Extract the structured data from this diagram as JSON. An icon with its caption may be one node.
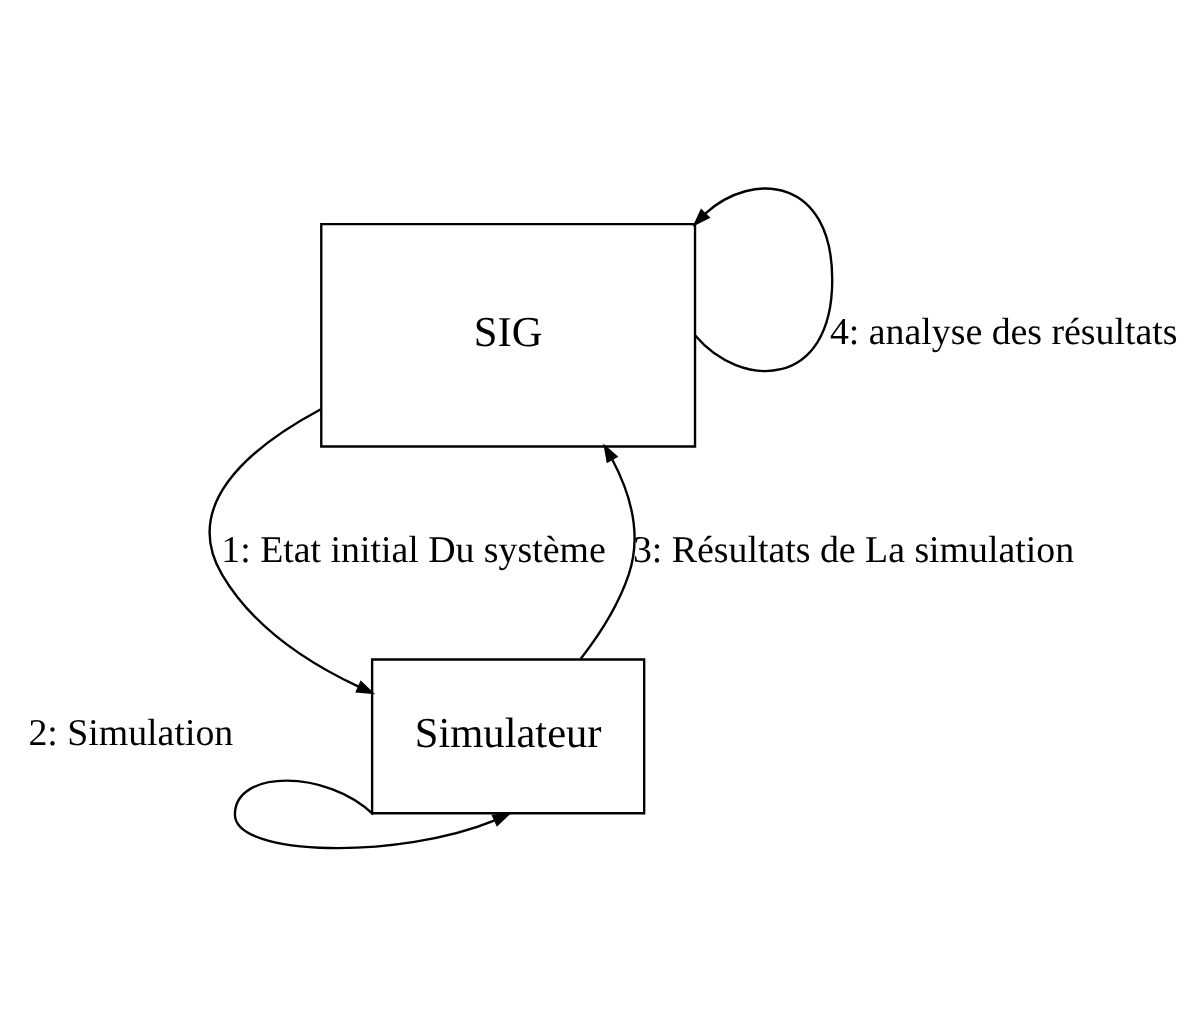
{
  "diagram": {
    "nodes": [
      {
        "text": [
          "SIG"
        ]
      },
      {
        "text": [
          "Simulateur"
        ]
      }
    ],
    "edges": [
      {
        "from": 0,
        "to": 1,
        "arrow": "to",
        "label": "1: Etat initial Du système"
      },
      {
        "from": 1,
        "to": 1,
        "arrow": "to",
        "label": "2: Simulation"
      },
      {
        "from": 1,
        "to": 0,
        "arrow": "to",
        "label": "3: Résultats de La simulation"
      },
      {
        "from": 0,
        "to": 0,
        "arrow": "to",
        "label": "4: analyse des résultats"
      }
    ]
  }
}
